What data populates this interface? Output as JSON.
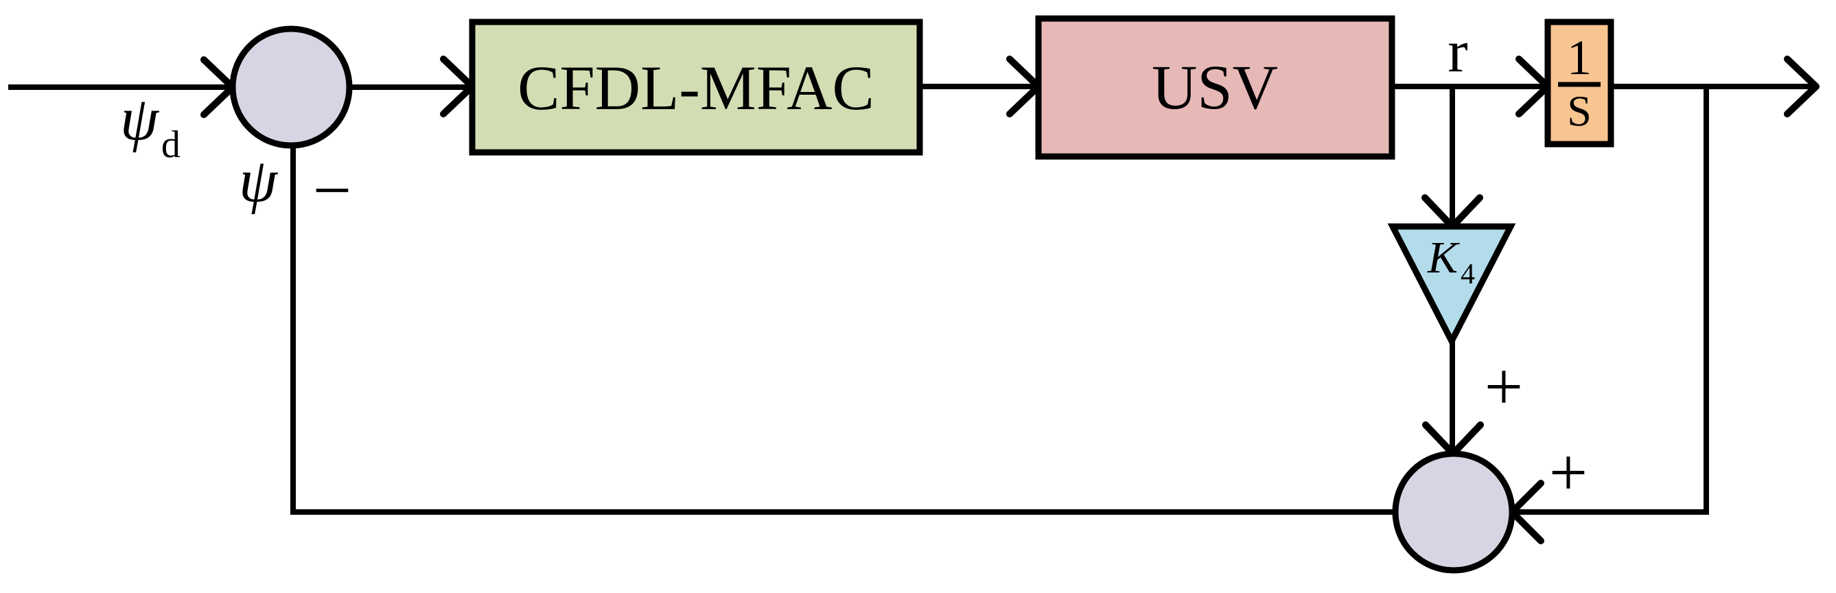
{
  "blocks": {
    "controller": {
      "label": "CFDL-MFAC",
      "fill": "#d3ddb3"
    },
    "plant": {
      "label": "USV",
      "fill": "#e6b9b7"
    },
    "integrator": {
      "numerator": "1",
      "denominator": "S",
      "fill": "#f8c591"
    },
    "gain": {
      "label": "K",
      "subscript": "4",
      "fill": "#b3dcea"
    }
  },
  "junctions": {
    "fill": "#d9d4e3",
    "error_junction_sign": "−",
    "gain_input_sign": "+",
    "loop_input_sign": "+"
  },
  "labels": {
    "reference": {
      "symbol": "ψ",
      "subscript": "d"
    },
    "feedback": {
      "symbol": "ψ"
    },
    "rate": {
      "symbol": "r"
    }
  },
  "colors": {
    "line": "#000000",
    "background": "#ffffff"
  }
}
